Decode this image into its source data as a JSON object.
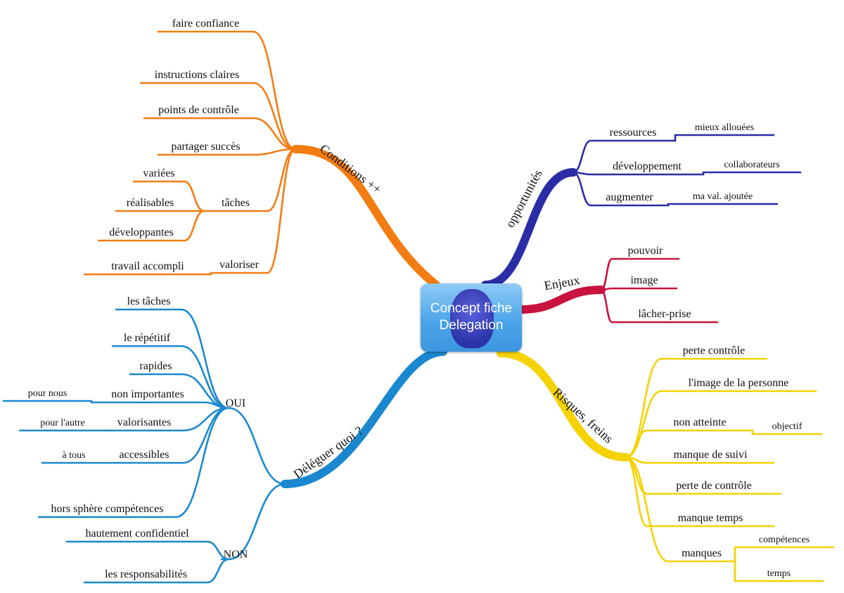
{
  "center": {
    "title_line1": "Concept fiche",
    "title_line2": "Delegation"
  },
  "branches": [
    {
      "label": "Conditions ++",
      "color": "#f27c12",
      "children": [
        {
          "label": "faire confiance"
        },
        {
          "label": "instructions claires"
        },
        {
          "label": "points de contrôle"
        },
        {
          "label": "partager succès"
        },
        {
          "label": "tâches",
          "children": [
            {
              "label": "variées"
            },
            {
              "label": "réalisables"
            },
            {
              "label": "développantes"
            }
          ]
        },
        {
          "label": "valoriser",
          "children": [
            {
              "label": "travail accompli"
            }
          ]
        }
      ]
    },
    {
      "label": "opportunités",
      "color": "#2a2da6",
      "children": [
        {
          "label": "ressources",
          "children": [
            {
              "label": "mieux allouées"
            }
          ]
        },
        {
          "label": "développement",
          "children": [
            {
              "label": "collaborateurs"
            }
          ]
        },
        {
          "label": "augmenter",
          "children": [
            {
              "label": "ma val. ajoutée"
            }
          ]
        }
      ]
    },
    {
      "label": "Enjeux",
      "color": "#c8133f",
      "children": [
        {
          "label": "pouvoir"
        },
        {
          "label": "image"
        },
        {
          "label": "lâcher-prise"
        }
      ]
    },
    {
      "label": "Risques, freins",
      "color": "#f5d200",
      "children": [
        {
          "label": "perte contrôle"
        },
        {
          "label": "l'image de la personne"
        },
        {
          "label": "non atteinte",
          "children": [
            {
              "label": "objectif"
            }
          ]
        },
        {
          "label": "manque de suivi"
        },
        {
          "label": "perte de contrôle"
        },
        {
          "label": "manque temps"
        },
        {
          "label": "manques",
          "children": [
            {
              "label": "compétences"
            },
            {
              "label": "temps"
            }
          ]
        }
      ]
    },
    {
      "label": "Déléguer quoi ?",
      "color": "#1a88cf",
      "children": [
        {
          "label": "OUI",
          "children": [
            {
              "label": "les tâches"
            },
            {
              "label": "le répétitif"
            },
            {
              "label": "rapides"
            },
            {
              "label": "non importantes",
              "children": [
                {
                  "label": "pour nous"
                }
              ]
            },
            {
              "label": "valorisantes",
              "children": [
                {
                  "label": "pour l'autre"
                }
              ]
            },
            {
              "label": "accessibles",
              "children": [
                {
                  "label": "à tous"
                }
              ]
            },
            {
              "label": "hors sphère compétences"
            }
          ]
        },
        {
          "label": "NON",
          "children": [
            {
              "label": "hautement confidentiel"
            },
            {
              "label": "les responsabilités"
            }
          ]
        }
      ]
    }
  ]
}
